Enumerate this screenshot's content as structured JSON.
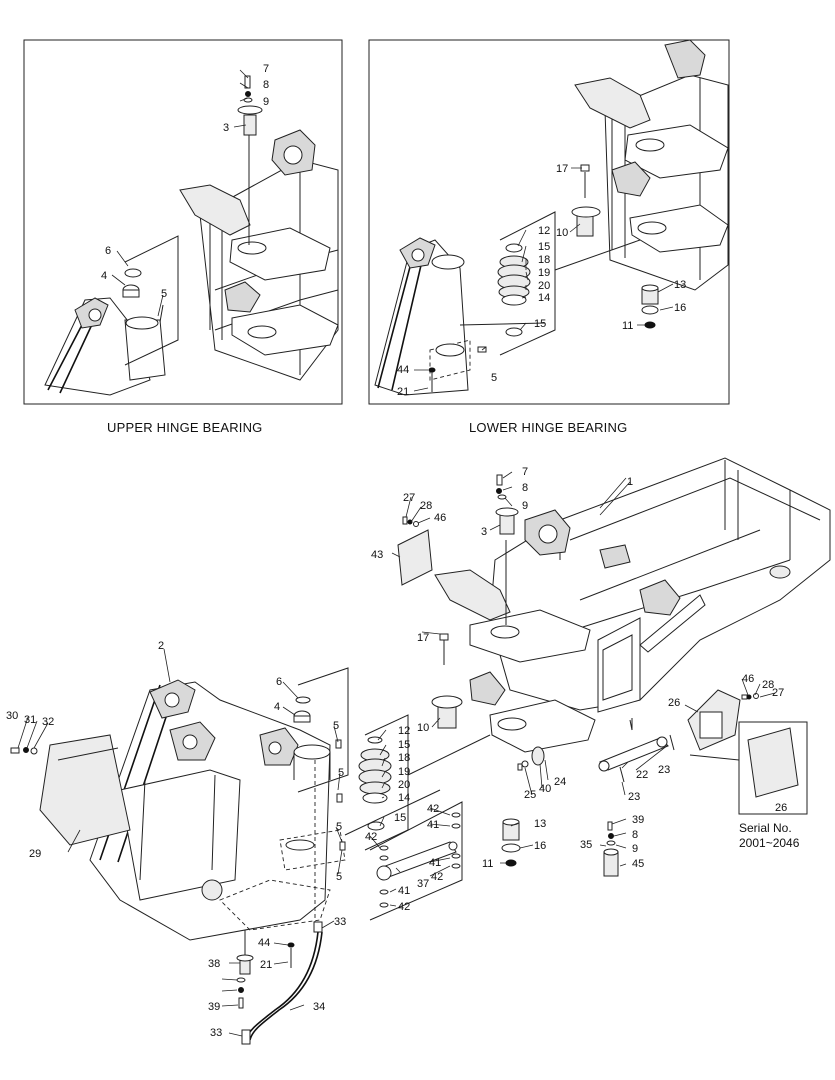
{
  "captions": {
    "upper_hinge": "UPPER HINGE BEARING",
    "lower_hinge": "LOWER HINGE BEARING"
  },
  "serial_note": {
    "line1": "Serial No.",
    "line2": "2001~2046"
  },
  "callouts": {
    "upper_panel": [
      "7",
      "8",
      "9",
      "3",
      "6",
      "4",
      "5"
    ],
    "lower_panel": [
      "17",
      "10",
      "12",
      "15",
      "18",
      "19",
      "20",
      "14",
      "15",
      "5",
      "44",
      "21",
      "13",
      "16",
      "11"
    ],
    "main": [
      "1",
      "2",
      "3",
      "4",
      "5",
      "5",
      "5",
      "5",
      "6",
      "7",
      "8",
      "9",
      "8",
      "9",
      "10",
      "11",
      "12",
      "13",
      "14",
      "15",
      "15",
      "16",
      "17",
      "18",
      "19",
      "20",
      "21",
      "22",
      "23",
      "23",
      "24",
      "25",
      "26",
      "26",
      "27",
      "27",
      "28",
      "28",
      "29",
      "30",
      "31",
      "32",
      "33",
      "33",
      "34",
      "35",
      "37",
      "38",
      "39",
      "39",
      "40",
      "41",
      "41",
      "41",
      "42",
      "42",
      "42",
      "42",
      "43",
      "44",
      "45",
      "46",
      "46"
    ]
  }
}
